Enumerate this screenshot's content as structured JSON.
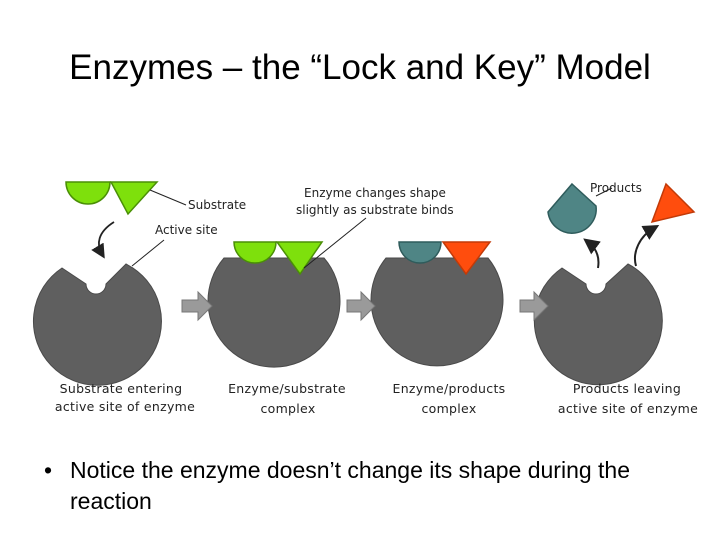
{
  "title": "Enzymes – the “Lock and Key” Model",
  "labels": {
    "substrate": "Substrate",
    "active_site": "Active site",
    "shape_change_line1": "Enzyme changes shape",
    "shape_change_line2": "slightly as substrate binds",
    "products": "Products"
  },
  "captions": [
    {
      "line1": "Substrate entering",
      "line2": "active site of enzyme"
    },
    {
      "line1": "Enzyme/substrate",
      "line2": "complex"
    },
    {
      "line1": "Enzyme/products",
      "line2": "complex"
    },
    {
      "line1": "Products leaving",
      "line2": "active site of enzyme"
    }
  ],
  "bullet": {
    "marker": "•",
    "text": "Notice the enzyme doesn’t change its shape during the reaction"
  },
  "colors": {
    "enzyme": "#5f5f5f",
    "substrate": "#7ee00c",
    "product_teal": "#4f8585",
    "product_orange": "#ff4d0d",
    "arrow": "#9a9a9a"
  }
}
